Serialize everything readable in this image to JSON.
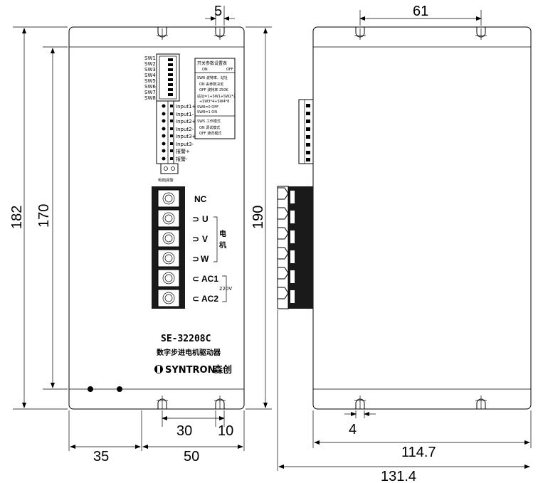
{
  "dimensions": {
    "top_slot": "5",
    "top_right_width": "61",
    "height_outer": "182",
    "height_inner": "170",
    "height_right": "190",
    "bottom_30": "30",
    "bottom_10": "10",
    "bottom_35": "35",
    "bottom_50": "50",
    "right_slot": "4",
    "depth_inner": "114.7",
    "depth_outer": "131.4"
  },
  "dip_labels": [
    "SW1",
    "SW2",
    "SW3",
    "SW4",
    "SW5",
    "SW6",
    "SW7",
    "SW8"
  ],
  "param_table": {
    "title": "开关参数设置表",
    "on_label": "ON",
    "off_label": "OFF",
    "rows": [
      "SW6 波特率、站址",
      "ON  由参数决定",
      "OFF 波特率 250K",
      "站址=1+SW1+SW2*2",
      "+SW3*4+SW4*8",
      "SW8=0 OFF",
      "SW8=1 ON",
      "SW5 工作模式",
      "ON  调试模式",
      "OFF 通讯模式"
    ]
  },
  "io_labels": [
    "Input1+",
    "Input1-",
    "Input2+",
    "Input2-",
    "Input3+",
    "Input3-",
    "报警+",
    "报警-"
  ],
  "power_alarm_label": "电源|报警",
  "terminals": [
    {
      "name": "NC",
      "arrow": ""
    },
    {
      "name": "U",
      "arrow": "⊃"
    },
    {
      "name": "V",
      "arrow": "⊃"
    },
    {
      "name": "W",
      "arrow": "⊃"
    },
    {
      "name": "AC1",
      "arrow": "⊂"
    },
    {
      "name": "AC2",
      "arrow": "⊂"
    }
  ],
  "motor_label_1": "电",
  "motor_label_2": "机",
  "voltage_label": "220V",
  "model": "SE-32208C",
  "product_name": "数字步进电机驱动器",
  "brand_latin": "SYNTRON",
  "brand_cn": "森创"
}
